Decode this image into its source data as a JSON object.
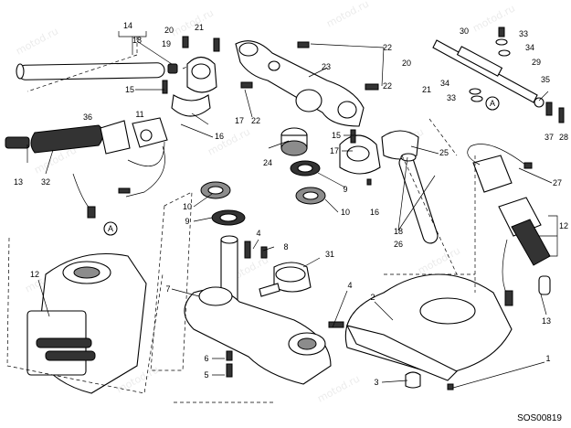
{
  "diagram": {
    "code": "SOS00819",
    "watermark": "motod.ru",
    "callouts": [
      {
        "id": "c14",
        "text": "14"
      },
      {
        "id": "c18a",
        "text": "18"
      },
      {
        "id": "c15a",
        "text": "15"
      },
      {
        "id": "c20a",
        "text": "20"
      },
      {
        "id": "c19",
        "text": "19"
      },
      {
        "id": "c21a",
        "text": "21"
      },
      {
        "id": "c17a",
        "text": "17"
      },
      {
        "id": "c16a",
        "text": "16"
      },
      {
        "id": "c22a",
        "text": "22"
      },
      {
        "id": "c23",
        "text": "23"
      },
      {
        "id": "c22b",
        "text": "22"
      },
      {
        "id": "c22c",
        "text": "22"
      },
      {
        "id": "c20b",
        "text": "20"
      },
      {
        "id": "c21b",
        "text": "21"
      },
      {
        "id": "c30",
        "text": "30"
      },
      {
        "id": "c33a",
        "text": "33"
      },
      {
        "id": "c34a",
        "text": "34"
      },
      {
        "id": "c29",
        "text": "29"
      },
      {
        "id": "c35",
        "text": "35"
      },
      {
        "id": "c34b",
        "text": "34"
      },
      {
        "id": "c33b",
        "text": "33"
      },
      {
        "id": "c37",
        "text": "37"
      },
      {
        "id": "c28",
        "text": "28"
      },
      {
        "id": "c36",
        "text": "36"
      },
      {
        "id": "c11",
        "text": "11"
      },
      {
        "id": "c13a",
        "text": "13"
      },
      {
        "id": "c32",
        "text": "32"
      },
      {
        "id": "c15b",
        "text": "15"
      },
      {
        "id": "c17b",
        "text": "17"
      },
      {
        "id": "c24",
        "text": "24"
      },
      {
        "id": "c25",
        "text": "25"
      },
      {
        "id": "c9a",
        "text": "9"
      },
      {
        "id": "c10a",
        "text": "10"
      },
      {
        "id": "c16b",
        "text": "16"
      },
      {
        "id": "c10b",
        "text": "10"
      },
      {
        "id": "c9b",
        "text": "9"
      },
      {
        "id": "c27",
        "text": "27"
      },
      {
        "id": "c18b",
        "text": "18"
      },
      {
        "id": "c26",
        "text": "26"
      },
      {
        "id": "c12a",
        "text": "12"
      },
      {
        "id": "c4a",
        "text": "4"
      },
      {
        "id": "c8",
        "text": "8"
      },
      {
        "id": "c31",
        "text": "31"
      },
      {
        "id": "c7",
        "text": "7"
      },
      {
        "id": "c12b",
        "text": "12"
      },
      {
        "id": "c4b",
        "text": "4"
      },
      {
        "id": "c2",
        "text": "2"
      },
      {
        "id": "c1",
        "text": "1"
      },
      {
        "id": "c13b",
        "text": "13"
      },
      {
        "id": "c6",
        "text": "6"
      },
      {
        "id": "c5",
        "text": "5"
      },
      {
        "id": "c3",
        "text": "3"
      }
    ],
    "refs": [
      {
        "id": "refA1",
        "text": "A"
      },
      {
        "id": "refA2",
        "text": "A"
      }
    ]
  }
}
